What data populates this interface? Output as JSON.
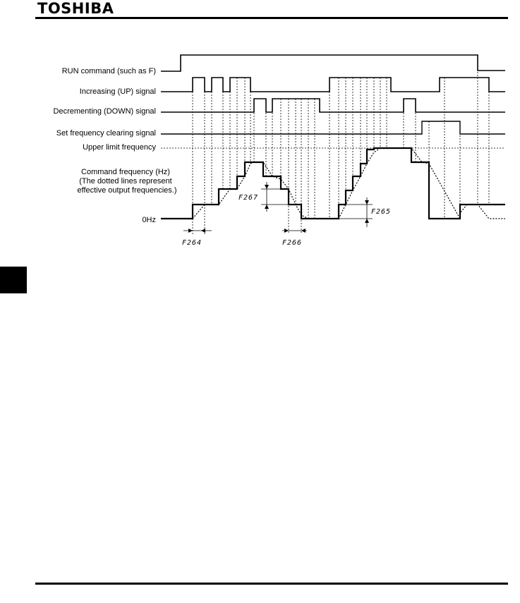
{
  "header": {
    "brand": "TOSHIBA"
  },
  "diagram": {
    "labels": {
      "run": "RUN command (such as F)",
      "up": "Increasing (UP) signal",
      "down": "Decrementing (DOWN) signal",
      "clear": "Set frequency clearing signal",
      "upper": "Upper limit frequency",
      "cmd1": "Command frequency (Hz)",
      "cmd2": "(The dotted lines represent",
      "cmd3": "effective output frequencies.)",
      "zero": "0Hz"
    },
    "parameters": {
      "f264": "F264",
      "f265": "F265",
      "f266": "F266",
      "f267": "F267"
    }
  }
}
